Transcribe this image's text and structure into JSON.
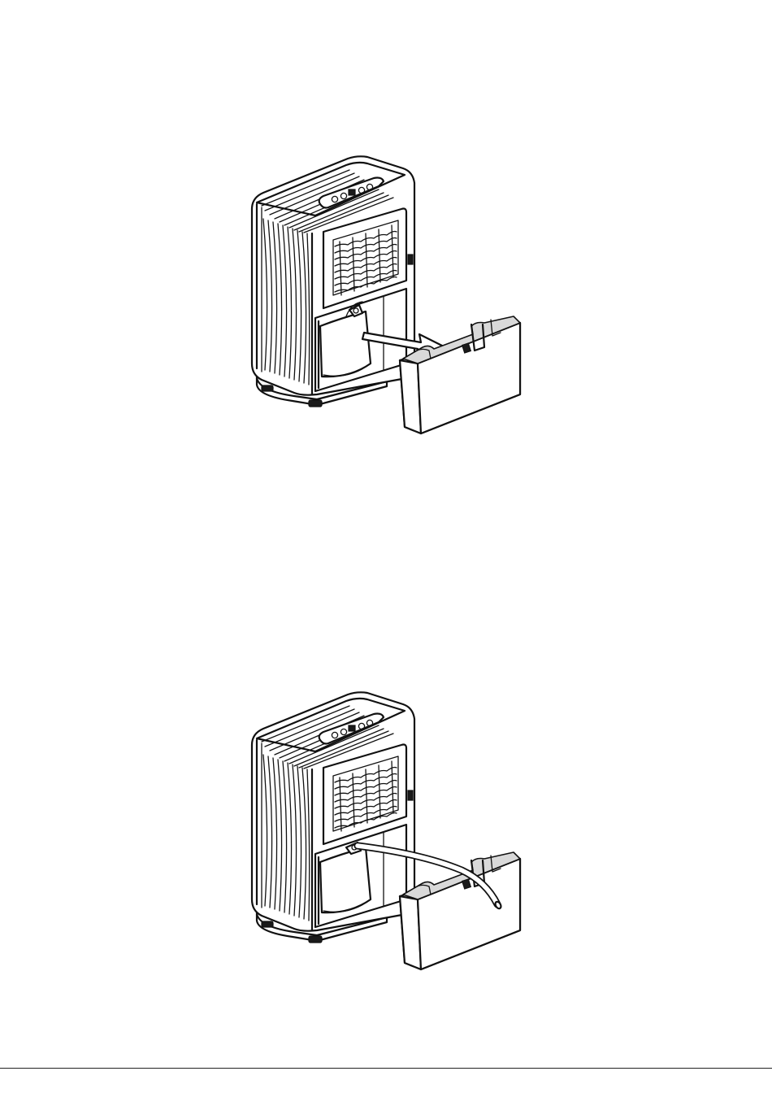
{
  "figures": [
    {
      "illustration": "dehumidifier-tank-removal",
      "step": "pull-out-water-tank",
      "colors": {
        "stroke": "#111111",
        "background": "#ffffff",
        "shade": "#d9d9d9"
      }
    },
    {
      "illustration": "dehumidifier-continuous-drain-hose",
      "step": "route-drain-hose-through-tank",
      "colors": {
        "stroke": "#111111",
        "background": "#ffffff",
        "shade": "#d9d9d9"
      }
    }
  ]
}
